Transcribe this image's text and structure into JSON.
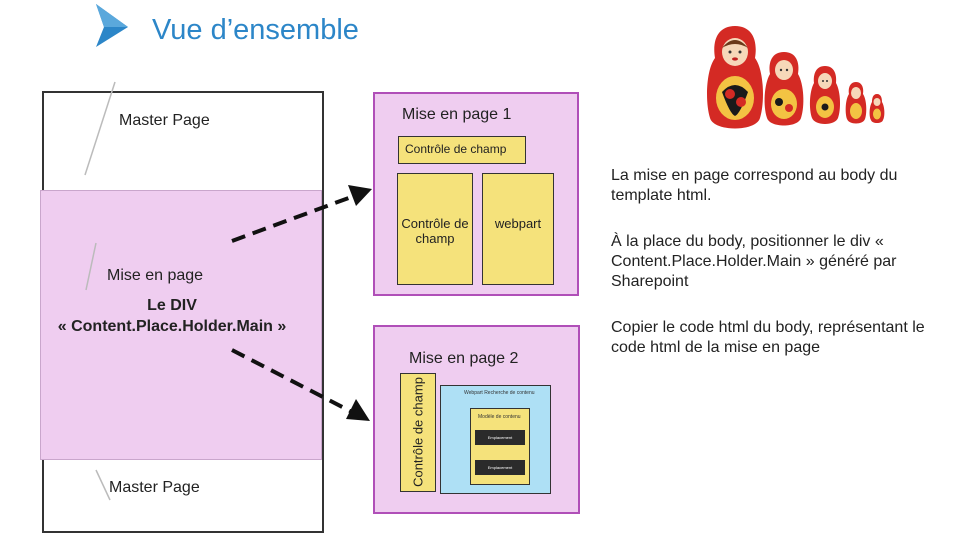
{
  "slide": {
    "title": "Vue d’ensemble",
    "master": {
      "top_label": "Master Page",
      "bottom_label": "Master Page",
      "region_line1": "Mise en page",
      "region_line2": "Le DIV",
      "region_line3": "« Content.Place.Holder.Main »"
    },
    "layout1": {
      "title": "Mise en page 1",
      "field_control": "Contrôle de champ",
      "field_control_box": "Contrôle de champ",
      "webpart": "webpart"
    },
    "layout2": {
      "title": "Mise en page 2",
      "field_control_vertical": "Contrôle de champ",
      "webpart_label": "Webpart Recherche de contenu",
      "model_label": "Modèle de contenu",
      "slot1": "Emplacement",
      "slot2": "Emplacement"
    },
    "notes": [
      "La mise en page correspond au body du template html.",
      "À la place du body, positionner le div « Content.Place.Holder.Main » généré par Sharepoint",
      "Copier le code html du body, représentant le code html de la mise en page"
    ],
    "colors": {
      "title": "#2c86c8",
      "region": "#efcdf0",
      "layout_border": "#b04fb8",
      "control": "#f5e27b",
      "webpart_blue": "#aee0f5"
    },
    "icons": [
      "title-arrow-icon",
      "matryoshka-dolls-image"
    ]
  }
}
